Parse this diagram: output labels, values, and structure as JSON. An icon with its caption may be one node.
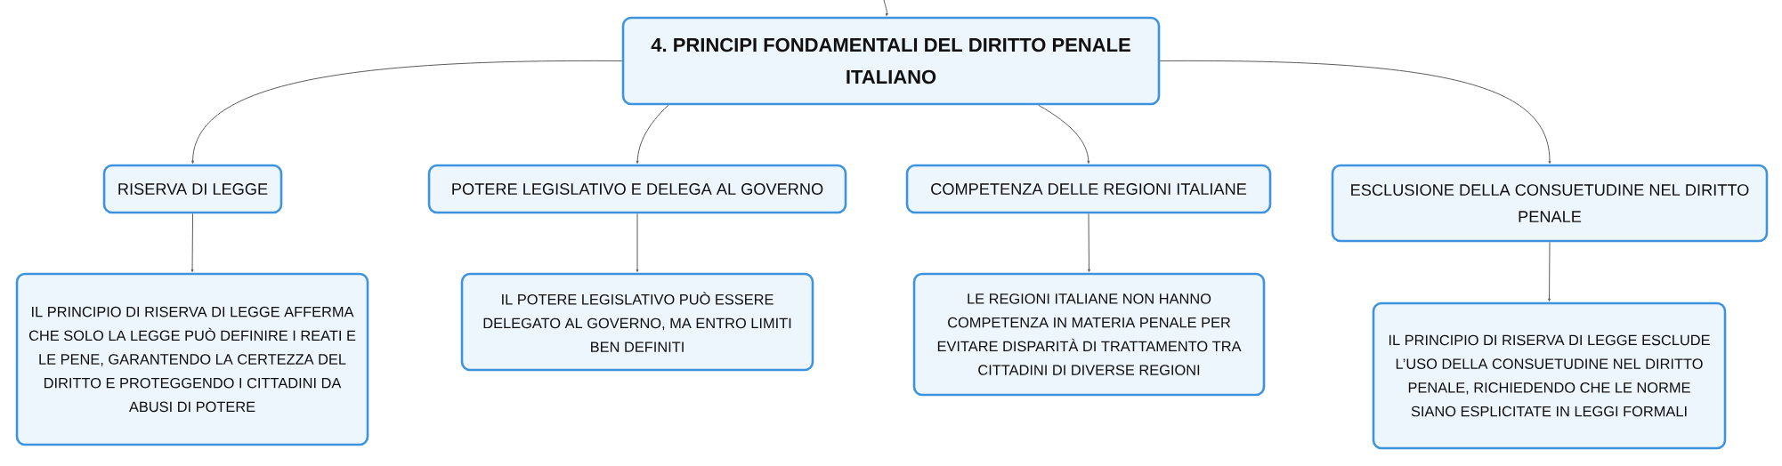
{
  "diagram": {
    "nodes": [
      {
        "text": [
          "4. PRINCIPI FONDAMENTALI DEL DIRITTO PENALE ITALIANO"
        ]
      },
      {
        "text": [
          "RISERVA DI LEGGE"
        ]
      },
      {
        "text": [
          "POTERE LEGISLATIVO E DELEGA AL GOVERNO"
        ]
      },
      {
        "text": [
          "COMPETENZA DELLE REGIONI ITALIANE"
        ]
      },
      {
        "text": [
          "ESCLUSIONE DELLA CONSUETUDINE NEL DIRITTO PENALE"
        ]
      },
      {
        "text": [
          "IL PRINCIPIO DI RISERVA DI LEGGE AFFERMA CHE SOLO LA LEGGE PUÒ DEFINIRE I REATI E LE PENE, GARANTENDO LA CERTEZZA DEL DIRITTO E PROTEGGENDO I CITTADINI DA ABUSI DI POTERE"
        ]
      },
      {
        "text": [
          "IL POTERE LEGISLATIVO PUÒ ESSERE DELEGATO AL GOVERNO, MA ENTRO LIMITI BEN DEFINITI"
        ]
      },
      {
        "text": [
          "LE REGIONI ITALIANE NON HANNO COMPETENZA IN MATERIA PENALE PER EVITARE DISPARITÀ DI TRATTAMENTO TRA CITTADINI DI DIVERSE REGIONI"
        ]
      },
      {
        "text": [
          "IL PRINCIPIO DI RISERVA DI LEGGE ESCLUDE L’USO DELLA CONSUETUDINE NEL DIRITTO PENALE, RICHIEDENDO CHE LE NORME SIANO ESPLICITATE IN LEGGI FORMALI"
        ]
      }
    ],
    "edges": [
      {
        "from": null,
        "to": 0,
        "arrow": "to"
      },
      {
        "from": 0,
        "to": 1,
        "arrow": "to"
      },
      {
        "from": 0,
        "to": 2,
        "arrow": "to"
      },
      {
        "from": 0,
        "to": 3,
        "arrow": "to"
      },
      {
        "from": 0,
        "to": 4,
        "arrow": "to"
      },
      {
        "from": 1,
        "to": 5,
        "arrow": "to"
      },
      {
        "from": 2,
        "to": 6,
        "arrow": "to"
      },
      {
        "from": 3,
        "to": 7,
        "arrow": "to"
      },
      {
        "from": 4,
        "to": 8,
        "arrow": "to"
      }
    ]
  }
}
